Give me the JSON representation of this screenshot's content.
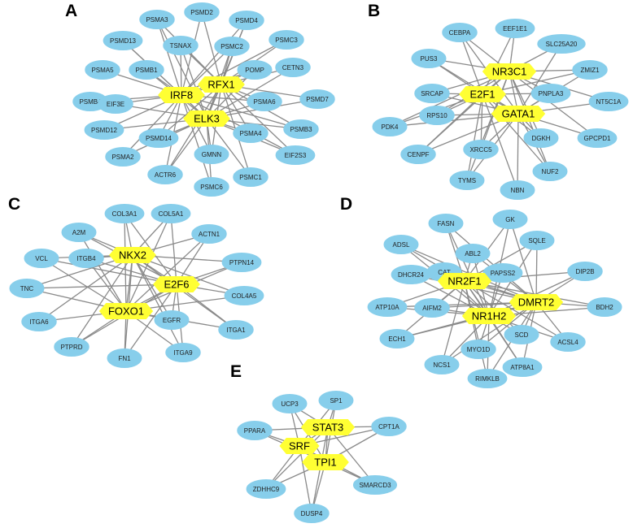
{
  "panels": [
    {
      "letter": "A",
      "hubs": [
        "IRF8",
        "RFX1",
        "ELK3"
      ],
      "genes": [
        "PSMD2",
        "PSMA3",
        "PSMD4",
        "PSMD13",
        "TSNAX",
        "PSMC3",
        "PSMC2",
        "PSMA5",
        "PSMB1",
        "POMP",
        "CETN3",
        "PSMB4",
        "EIF3E",
        "PSMA6",
        "PSMD7",
        "PSMD12",
        "PSMA4",
        "PSMB3",
        "PSMD14",
        "PSMA2",
        "GMNN",
        "EIF2S3",
        "ACTR6",
        "PSMC6",
        "PSMC1"
      ]
    },
    {
      "letter": "B",
      "hubs": [
        "NR3C1",
        "E2F1",
        "GATA1"
      ],
      "genes": [
        "CEBPA",
        "EEF1E1",
        "SLC25A20",
        "PUS3",
        "ZMIZ1",
        "SRCAP",
        "PNPLA3",
        "NT5C1A",
        "RPS10",
        "PDK4",
        "DGKH",
        "GPCPD1",
        "CENPF",
        "XRCC5",
        "NUF2",
        "TYMS",
        "NBN"
      ]
    },
    {
      "letter": "C",
      "hubs": [
        "NKX2",
        "E2F6",
        "FOXO1"
      ],
      "genes": [
        "COL3A1",
        "COL5A1",
        "A2M",
        "ACTN1",
        "VCL",
        "ITGB4",
        "PTPN14",
        "TNC",
        "COL4A5",
        "ITGA6",
        "EGFR",
        "ITGA1",
        "PTPRD",
        "FN1",
        "ITGA9"
      ]
    },
    {
      "letter": "D",
      "hubs": [
        "NR2F1",
        "DMRT2",
        "NR1H2"
      ],
      "genes": [
        "FASN",
        "GK",
        "ADSL",
        "ABL2",
        "SQLE",
        "DHCR24",
        "CAT",
        "PAPSS2",
        "DIP2B",
        "ATP10A",
        "AIFM2",
        "BDH2",
        "ECH1",
        "SCD",
        "ACSL4",
        "MYO1D",
        "NCS1",
        "ATP8A1",
        "RIMKLB"
      ]
    },
    {
      "letter": "E",
      "hubs": [
        "STAT3",
        "SRF",
        "TPI1"
      ],
      "genes": [
        "UCP3",
        "SP1",
        "PPARA",
        "CPT1A",
        "ZDHHC9",
        "SMARCD3",
        "DUSP4"
      ]
    }
  ]
}
